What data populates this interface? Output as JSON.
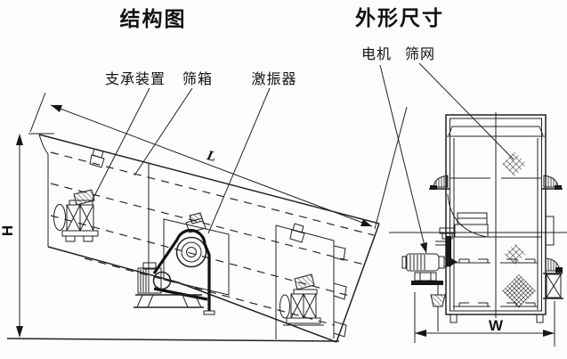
{
  "page": {
    "background": "#fdfdfd",
    "line_color": "#222222"
  },
  "left_view": {
    "title": "结构图",
    "labels": {
      "support_device": "支承装置",
      "screen_box": "筛箱",
      "exciter": "激振器"
    },
    "dimensions": {
      "length": "L",
      "height": "H"
    }
  },
  "right_view": {
    "title": "外形尺寸",
    "labels": {
      "motor": "电机",
      "screen_mesh": "筛网"
    },
    "dimensions": {
      "width": "W"
    }
  }
}
